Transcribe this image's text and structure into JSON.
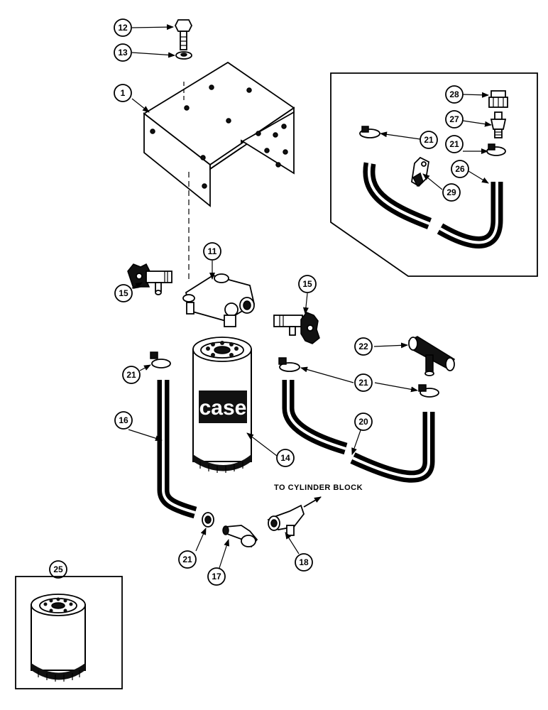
{
  "callouts": {
    "c1": "1",
    "c11": "11",
    "c12": "12",
    "c13": "13",
    "c14": "14",
    "c15a": "15",
    "c15b": "15",
    "c16": "16",
    "c17": "17",
    "c18": "18",
    "c20": "20",
    "c21a": "21",
    "c21b": "21",
    "c21c": "21",
    "c21d": "21",
    "c21e": "21",
    "c22": "22",
    "c25": "25",
    "c26": "26",
    "c27": "27",
    "c28": "28",
    "c29": "29"
  },
  "note": {
    "to_cylinder_block": "TO CYLINDER BLOCK"
  },
  "filter": {
    "brand": "case"
  },
  "colors": {
    "ink": "#000000",
    "paper": "#ffffff"
  },
  "icons": [
    "arrow-icon",
    "leader-arrow-icon"
  ]
}
